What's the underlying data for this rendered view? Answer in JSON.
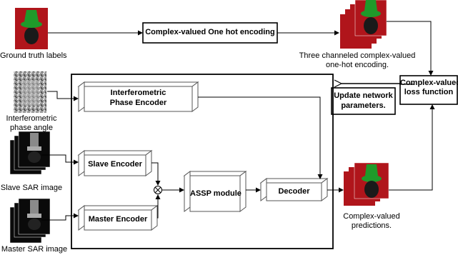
{
  "labels": {
    "ground_truth": "Ground truth labels",
    "interferometric_angle_line1": "Interferometric",
    "interferometric_angle_line2": "phase angle",
    "slave_sar": "Slave SAR image",
    "master_sar": "Master SAR image",
    "three_channel_line1": "Three channeled complex-valued",
    "three_channel_line2": "one-hot encoding.",
    "predictions_line1": "Complex-valued",
    "predictions_line2": "predictions."
  },
  "boxes": {
    "one_hot": "Complex-valued One hot encoding",
    "loss_line1": "Complex-valued",
    "loss_line2": "loss function",
    "update_line1": "Update network",
    "update_line2": "parameters.",
    "interf_encoder_line1": "Interferometric",
    "interf_encoder_line2": "Phase Encoder",
    "slave_encoder": "Slave Encoder",
    "master_encoder": "Master Encoder",
    "assp": "ASSP module",
    "decoder": "Decoder"
  },
  "operators": {
    "multiply": "⊗"
  },
  "colors": {
    "mask_red": "#b0151b",
    "mask_green": "#1f9a2a",
    "mask_dark": "#1a1a1a",
    "sar_dark": "#0a0a0a",
    "sar_gray": "#8a8a8a",
    "line": "#000000"
  }
}
